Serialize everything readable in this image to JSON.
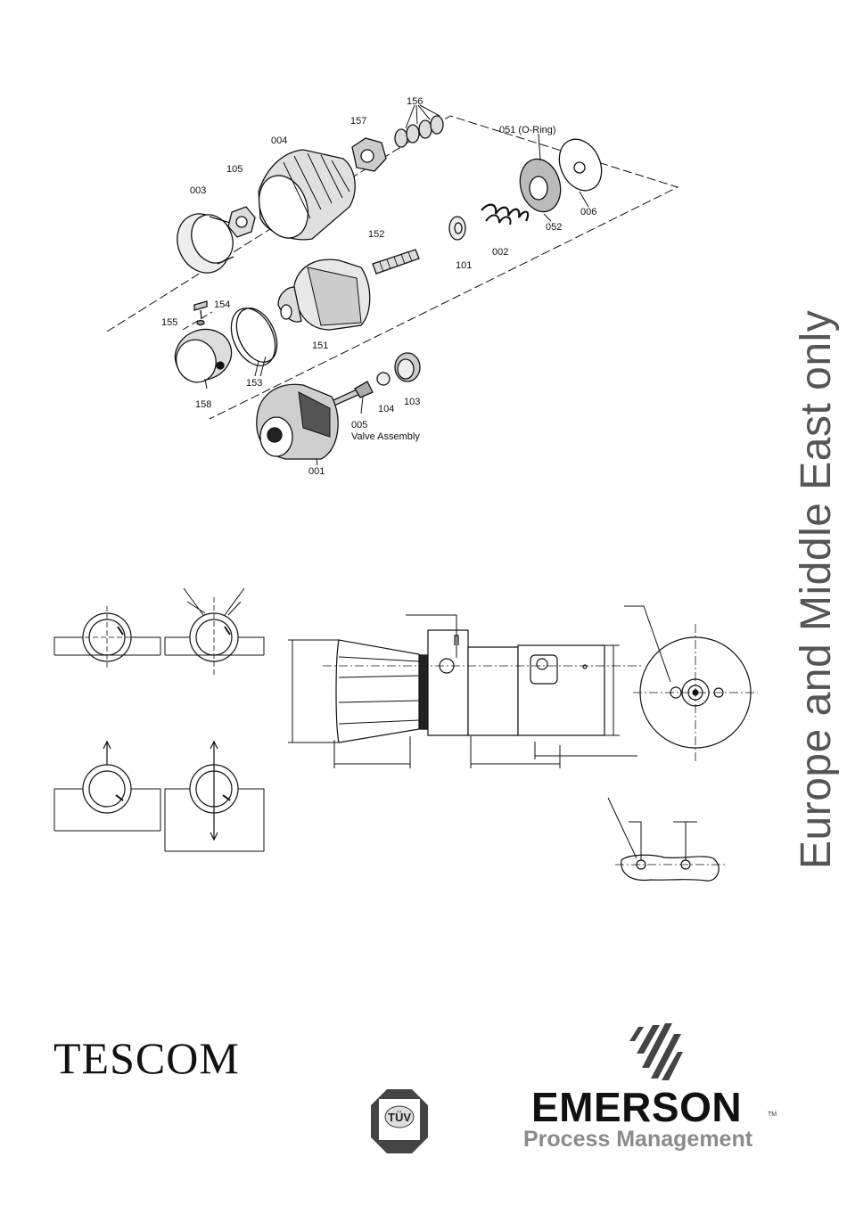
{
  "side_text": "Europe and Middle East only",
  "parts": [
    {
      "id": "p156",
      "text": "156"
    },
    {
      "id": "p157",
      "text": "157"
    },
    {
      "id": "p004",
      "text": "004"
    },
    {
      "id": "p051",
      "text": "051 (O-Ring)"
    },
    {
      "id": "p105",
      "text": "105"
    },
    {
      "id": "p003",
      "text": "003"
    },
    {
      "id": "p006",
      "text": "006"
    },
    {
      "id": "p052",
      "text": "052"
    },
    {
      "id": "p152",
      "text": "152"
    },
    {
      "id": "p002",
      "text": "002"
    },
    {
      "id": "p101",
      "text": "101"
    },
    {
      "id": "p154",
      "text": "154"
    },
    {
      "id": "p155",
      "text": "155"
    },
    {
      "id": "p151",
      "text": "151"
    },
    {
      "id": "p153",
      "text": "153"
    },
    {
      "id": "p158",
      "text": "158"
    },
    {
      "id": "p103",
      "text": "103"
    },
    {
      "id": "p104",
      "text": "104"
    },
    {
      "id": "p005",
      "text": "005"
    },
    {
      "id": "pva",
      "text": "Valve Assembly"
    },
    {
      "id": "p001",
      "text": "001"
    }
  ],
  "logos": {
    "tescom": "TESCOM",
    "emerson": "EMERSON",
    "trademark": "TM",
    "process_management": "Process Management",
    "tuv": "TÜV"
  },
  "colors": {
    "ink": "#111111",
    "side_text": "#555555",
    "process_management": "#8b8b8b"
  }
}
